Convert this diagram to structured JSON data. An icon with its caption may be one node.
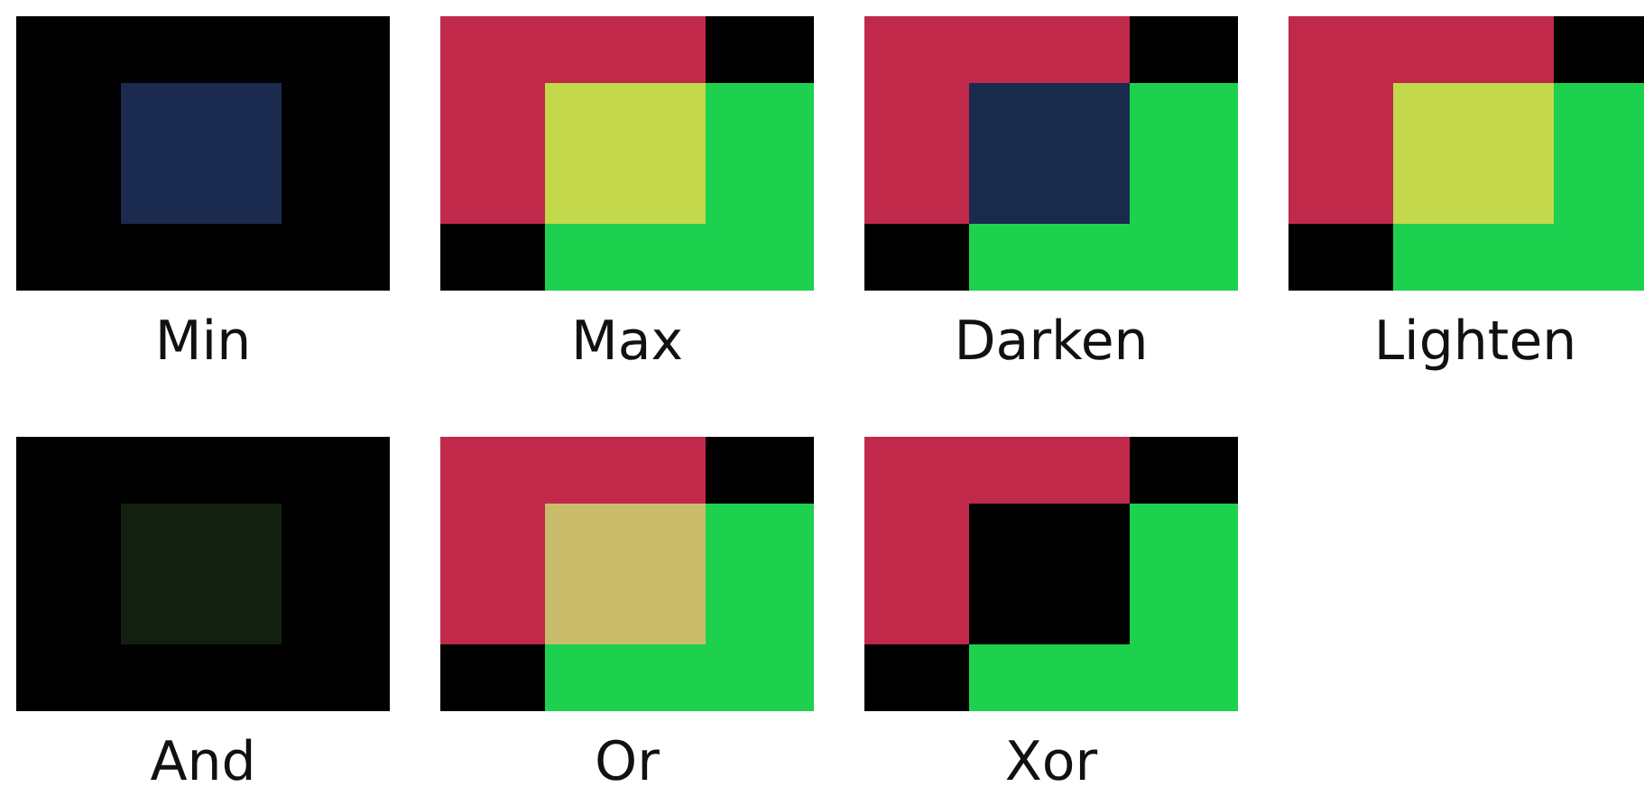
{
  "diagram": {
    "labels": [
      "Min",
      "Max",
      "Darken",
      "Lighten",
      "And",
      "Or",
      "Xor"
    ]
  }
}
